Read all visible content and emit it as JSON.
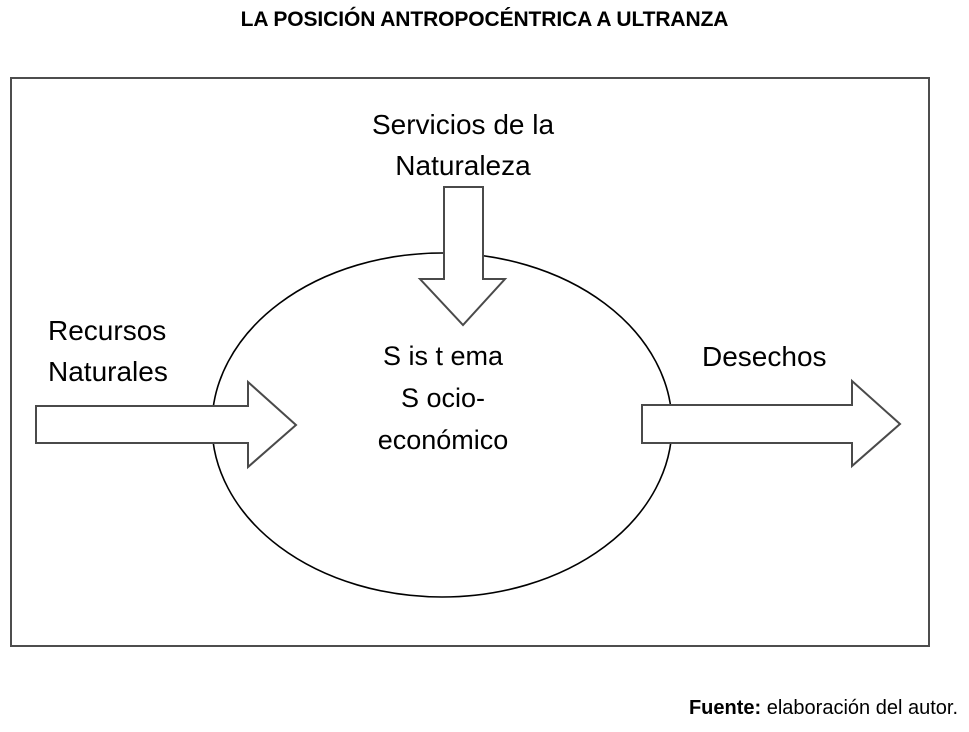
{
  "figure": {
    "title": "LA POSICIÓN ANTROPOCÉNTRICA A ULTRANZA",
    "source_label": "Fuente:",
    "source_text": " elaboración del autor."
  },
  "diagram": {
    "type": "flow-diagram",
    "center_node": {
      "shape": "ellipse",
      "lines": [
        "S is t ema",
        "S ocio-",
        "económico"
      ]
    },
    "inputs": [
      {
        "name": "servicios-de-la-naturaleza",
        "lines": [
          "Servicios de la",
          "Naturaleza"
        ],
        "arrow_direction": "down"
      },
      {
        "name": "recursos-naturales",
        "lines": [
          "Recursos",
          "Naturales"
        ],
        "arrow_direction": "right"
      }
    ],
    "outputs": [
      {
        "name": "desechos",
        "lines": [
          "Desechos"
        ],
        "arrow_direction": "right"
      }
    ],
    "colors": {
      "stroke": "#000000",
      "frame_stroke": "#4d4d4d",
      "fill": "#ffffff",
      "text": "#000000"
    }
  }
}
